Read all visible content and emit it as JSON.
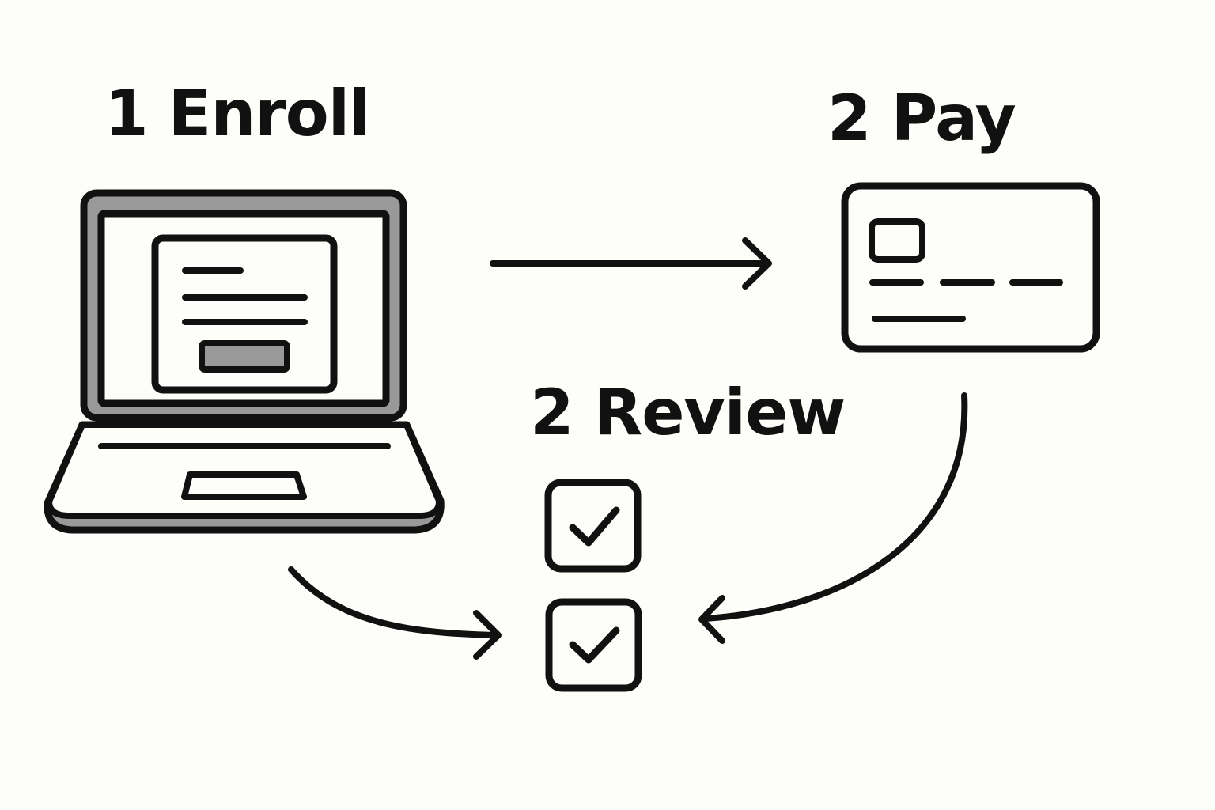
{
  "steps": {
    "enroll": {
      "number": "1",
      "label": "Enroll"
    },
    "pay": {
      "number": "2",
      "label": "Pay"
    },
    "review": {
      "number": "2",
      "label": "Review"
    }
  },
  "icons": {
    "enroll": "laptop-form-icon",
    "pay": "credit-card-icon",
    "review": "checkbox-checked-icon"
  },
  "colors": {
    "background": "#fdfdf9",
    "stroke": "#111111",
    "fill_gray": "#999999"
  }
}
